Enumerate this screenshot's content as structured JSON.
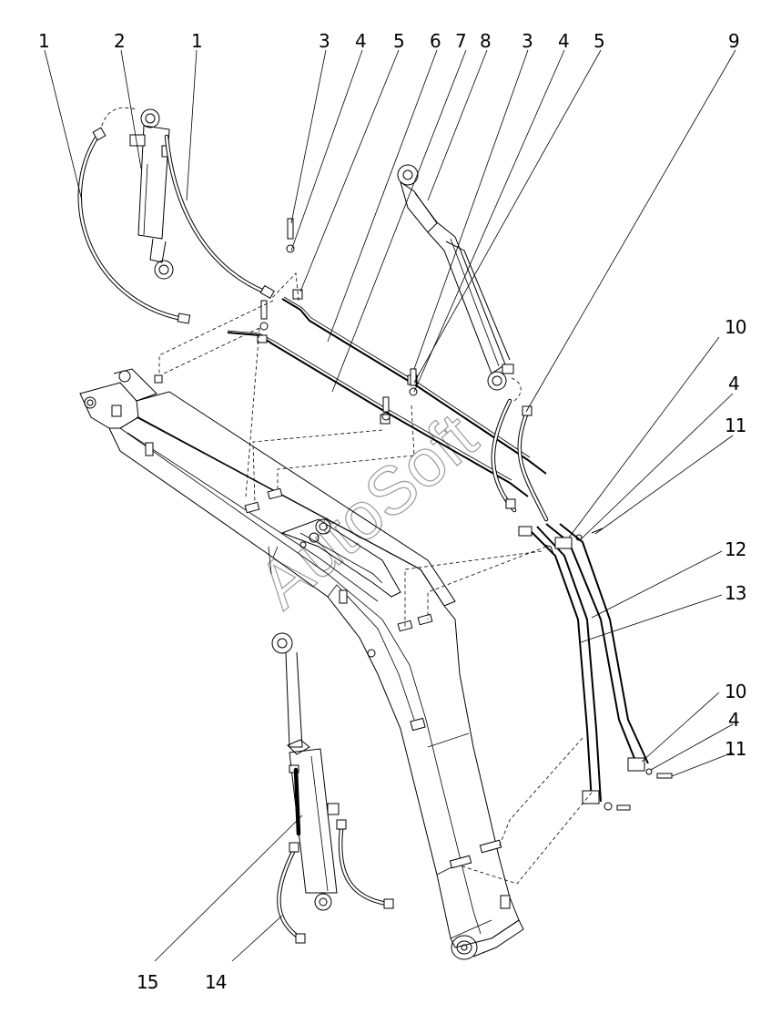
{
  "callouts": [
    {
      "id": "c1a",
      "text": "1"
    },
    {
      "id": "c2",
      "text": "2"
    },
    {
      "id": "c1b",
      "text": "1"
    },
    {
      "id": "c3a",
      "text": "3"
    },
    {
      "id": "c4a",
      "text": "4"
    },
    {
      "id": "c5a",
      "text": "5"
    },
    {
      "id": "c6",
      "text": "6"
    },
    {
      "id": "c7",
      "text": "7"
    },
    {
      "id": "c8",
      "text": "8"
    },
    {
      "id": "c3b",
      "text": "3"
    },
    {
      "id": "c4b",
      "text": "4"
    },
    {
      "id": "c5b",
      "text": "5"
    },
    {
      "id": "c9",
      "text": "9"
    },
    {
      "id": "c10a",
      "text": "10"
    },
    {
      "id": "c4c",
      "text": "4"
    },
    {
      "id": "c11a",
      "text": "11"
    },
    {
      "id": "c12",
      "text": "12"
    },
    {
      "id": "c13",
      "text": "13"
    },
    {
      "id": "c10b",
      "text": "10"
    },
    {
      "id": "c4d",
      "text": "4"
    },
    {
      "id": "c11b",
      "text": "11"
    },
    {
      "id": "c15",
      "text": "15"
    },
    {
      "id": "c14",
      "text": "14"
    }
  ],
  "watermark": "AutoSoft"
}
